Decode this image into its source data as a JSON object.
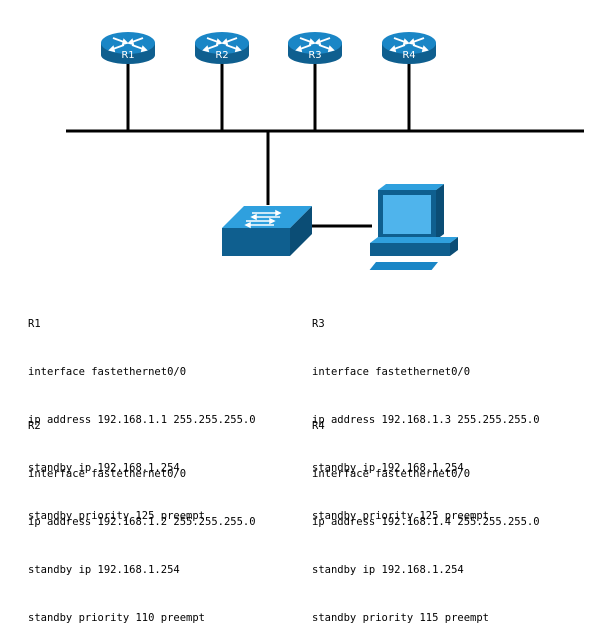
{
  "colors": {
    "device_blue": "#1a86c6",
    "device_dark": "#0f5f8f",
    "device_light": "#2fa0de",
    "line": "#000000"
  },
  "routers": [
    {
      "label": "R1"
    },
    {
      "label": "R2"
    },
    {
      "label": "R3"
    },
    {
      "label": "R4"
    }
  ],
  "devices": {
    "switch_icon": "switch-icon",
    "pc_icon": "workstation-icon",
    "router_icon": "router-icon"
  },
  "configs": [
    {
      "name": "R1",
      "lines": [
        "interface fastethernet0/0",
        "ip address 192.168.1.1 255.255.255.0",
        "standby ip 192.168.1.254",
        "standby priority 125 preempt"
      ]
    },
    {
      "name": "R2",
      "lines": [
        "interface fastethernet0/0",
        "ip address 192.168.1.2 255.255.255.0",
        "standby ip 192.168.1.254",
        "standby priority 110 preempt"
      ]
    },
    {
      "name": "R3",
      "lines": [
        "interface fastethernet0/0",
        "ip address 192.168.1.3 255.255.255.0",
        "standby ip 192.168.1.254",
        "standby priority 125 preempt"
      ]
    },
    {
      "name": "R4",
      "lines": [
        "interface fastethernet0/0",
        "ip address 192.168.1.4 255.255.255.0",
        "standby ip 192.168.1.254",
        "standby priority 115 preempt"
      ]
    }
  ]
}
